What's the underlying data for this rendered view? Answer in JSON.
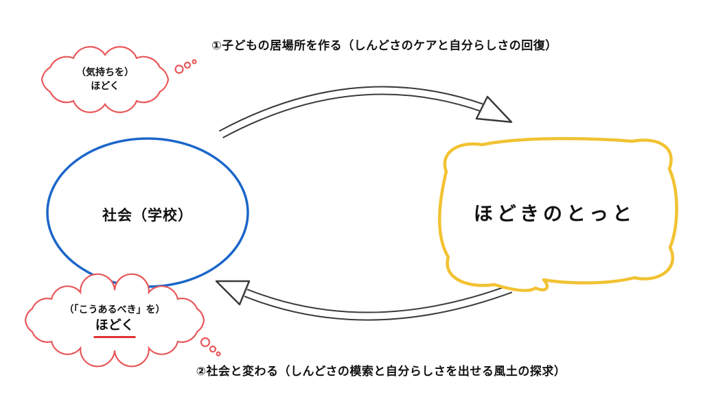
{
  "diagram": {
    "top_flow_label": "①子どもの居場所を作る（しんどさのケアと自分らしさの回復）",
    "bottom_flow_label": "②社会と変わる（しんどさの模索と自分らしさを出せる風土の探求）",
    "left_node": {
      "label": "社会（学校）"
    },
    "right_node": {
      "label": "ほどきのとっと"
    },
    "top_cloud": {
      "line1": "（気持ちを）",
      "line2": "ほどく"
    },
    "bottom_cloud": {
      "line1": "（「こうあるべき」を）",
      "line2": "ほどく"
    },
    "colors": {
      "left_node_stroke": "#1b66c9",
      "right_node_stroke": "#f2c232",
      "cloud_stroke": "#e8575a",
      "arrow_stroke": "#3a3a3a",
      "underline": "#e03131"
    }
  }
}
